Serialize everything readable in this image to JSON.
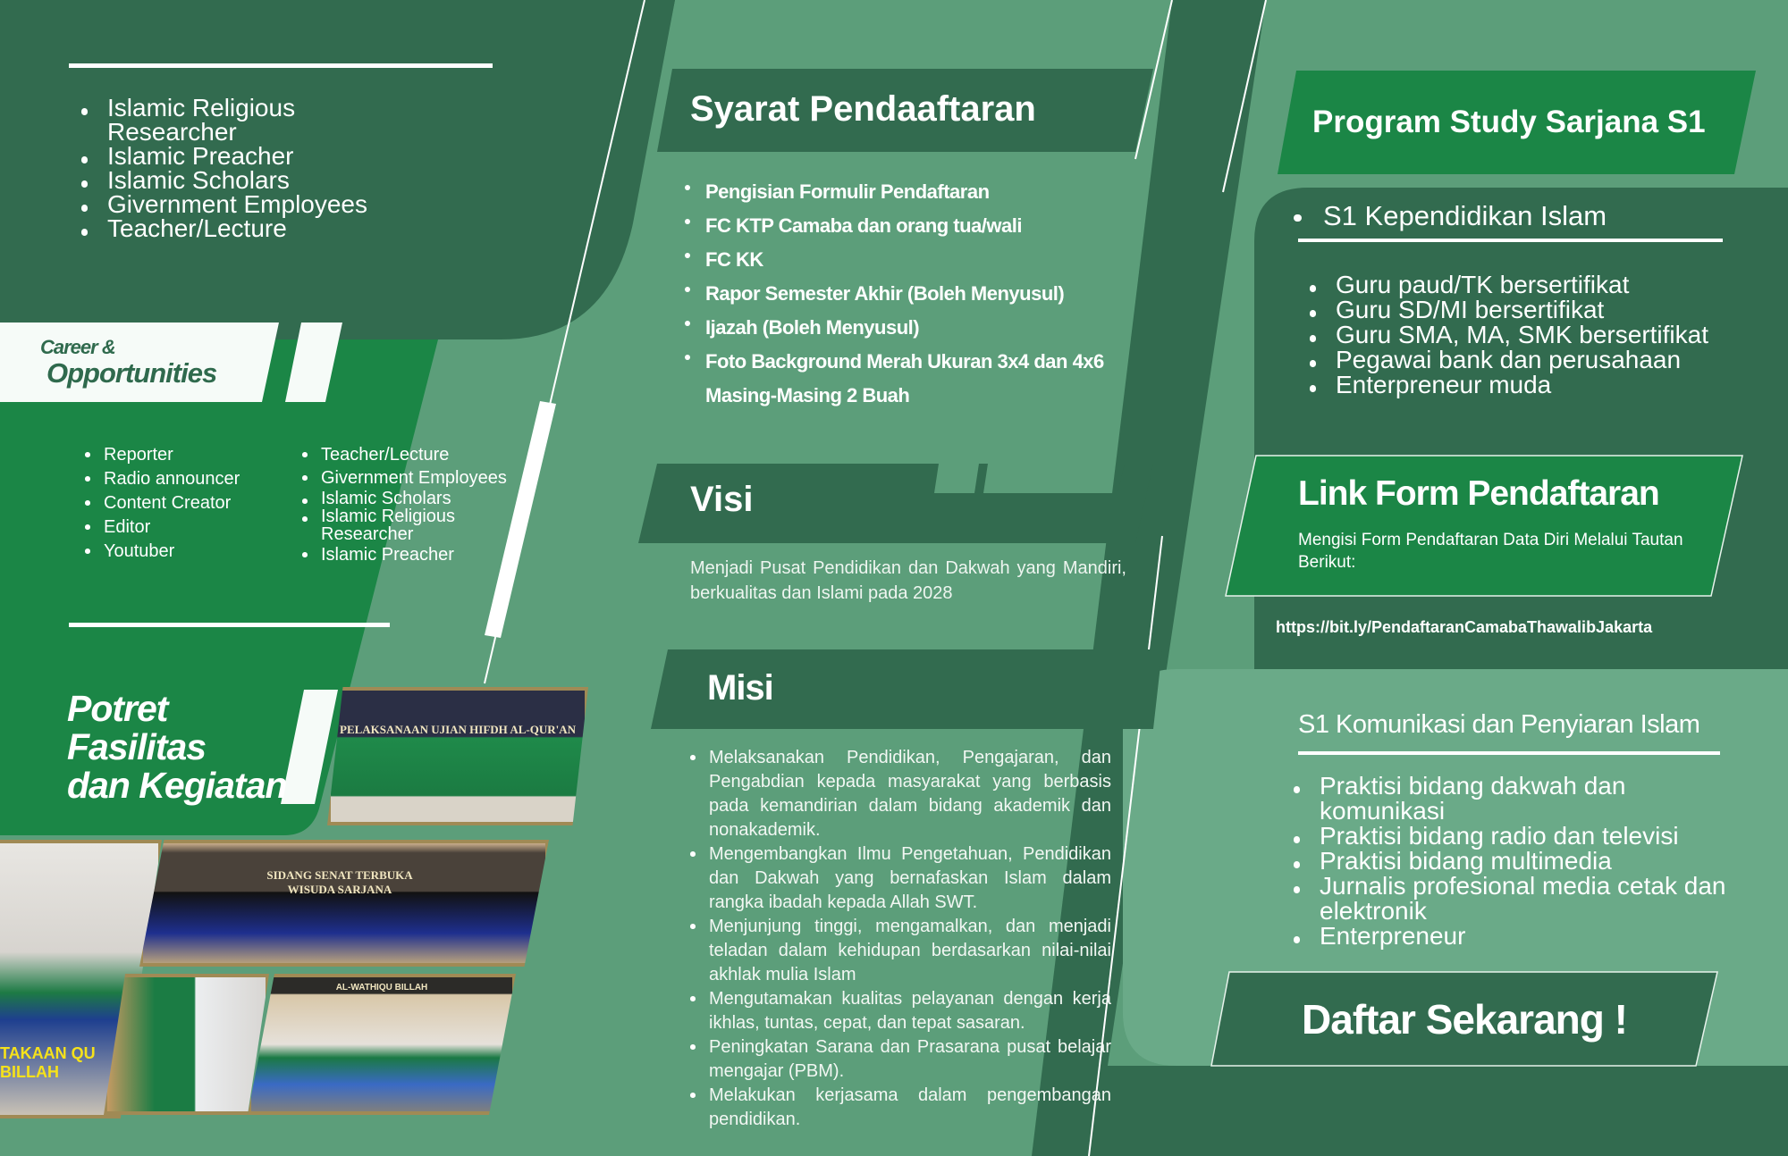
{
  "colors": {
    "dark": "#326b4f",
    "medium": "#5c9e7a",
    "bright": "#1b8646",
    "light": "#6aaa88",
    "white": "#ffffff"
  },
  "top_list": [
    "Islamic Religious Researcher",
    "Islamic Preacher",
    "Islamic Scholars",
    "Givernment Employees",
    "Teacher/Lecture"
  ],
  "career": {
    "title_line1": "Career &",
    "title_line2": "Opportunities",
    "left": [
      "Reporter",
      "Radio announcer",
      "Content Creator",
      "Editor",
      "Youtuber"
    ],
    "right": [
      "Teacher/Lecture",
      "Givernment Employees",
      "Islamic Scholars",
      "Islamic Religious Researcher",
      "Islamic Preacher"
    ]
  },
  "gallery": {
    "title_lines": [
      "Potret",
      "Fasilitas",
      "dan Kegiatan"
    ],
    "photos": [
      {
        "caption": "PELAKSANAAN UJIAN HIFDH AL-QUR'AN"
      },
      {
        "caption": "TAKAAN QU BILLAH"
      },
      {
        "caption": "SIDANG SENAT TERBUKA WISUDA SARJANA"
      },
      {
        "caption": ""
      },
      {
        "caption": "AL-WATHIQU BILLAH"
      }
    ]
  },
  "syarat": {
    "title": "Syarat Pendaaftaran",
    "items": [
      "Pengisian Formulir Pendaftaran",
      "FC KTP Camaba dan orang tua/wali",
      "FC KK",
      "Rapor Semester Akhir (Boleh Menyusul)",
      "Ijazah (Boleh Menyusul)",
      "Foto Background Merah Ukuran 3x4 dan 4x6 Masing-Masing 2 Buah"
    ]
  },
  "visi": {
    "title": "Visi",
    "text": "Menjadi Pusat Pendidikan dan Dakwah yang Mandiri, berkualitas dan Islami pada 2028"
  },
  "misi": {
    "title": "Misi",
    "items": [
      "Melaksanakan Pendidikan, Pengajaran, dan Pengabdian kepada masyarakat yang berbasis pada kemandirian dalam bidang akademik dan nonakademik.",
      "Mengembangkan Ilmu Pengetahuan, Pendidikan dan Dakwah yang bernafaskan Islam dalam rangka ibadah kepada Allah SWT.",
      "Menjunjung tinggi, mengamalkan, dan menjadi teladan dalam kehidupan berdasarkan nilai-nilai akhlak mulia Islam",
      "Mengutamakan kualitas pelayanan dengan kerja ikhlas, tuntas, cepat, dan tepat sasaran.",
      "Peningkatan Sarana dan Prasarana pusat belajar mengajar (PBM).",
      "Melakukan kerjasama dalam pengembangan pendidikan."
    ]
  },
  "program": {
    "title": "Program Study Sarjana S1",
    "s1_kependidikan": {
      "title": "S1 Kependidikan Islam",
      "items": [
        "Guru paud/TK bersertifikat",
        "Guru SD/MI bersertifikat",
        "Guru SMA, MA, SMK bersertifikat",
        "Pegawai bank dan perusahaan",
        "Enterpreneur muda"
      ]
    },
    "s1_komunikasi": {
      "title": "S1 Komunikasi dan Penyiaran Islam",
      "items": [
        "Praktisi bidang dakwah dan komunikasi",
        "Praktisi bidang radio dan televisi",
        "Praktisi bidang multimedia",
        "Jurnalis profesional media cetak dan elektronik",
        "Enterpreneur"
      ]
    }
  },
  "link_form": {
    "title": "Link Form Pendaftaran",
    "subtitle": "Mengisi Form Pendaftaran Data Diri Melalui Tautan Berikut:",
    "url": "https://bit.ly/PendaftaranCamabaThawalibJakarta"
  },
  "cta": {
    "label": "Daftar Sekarang !"
  }
}
